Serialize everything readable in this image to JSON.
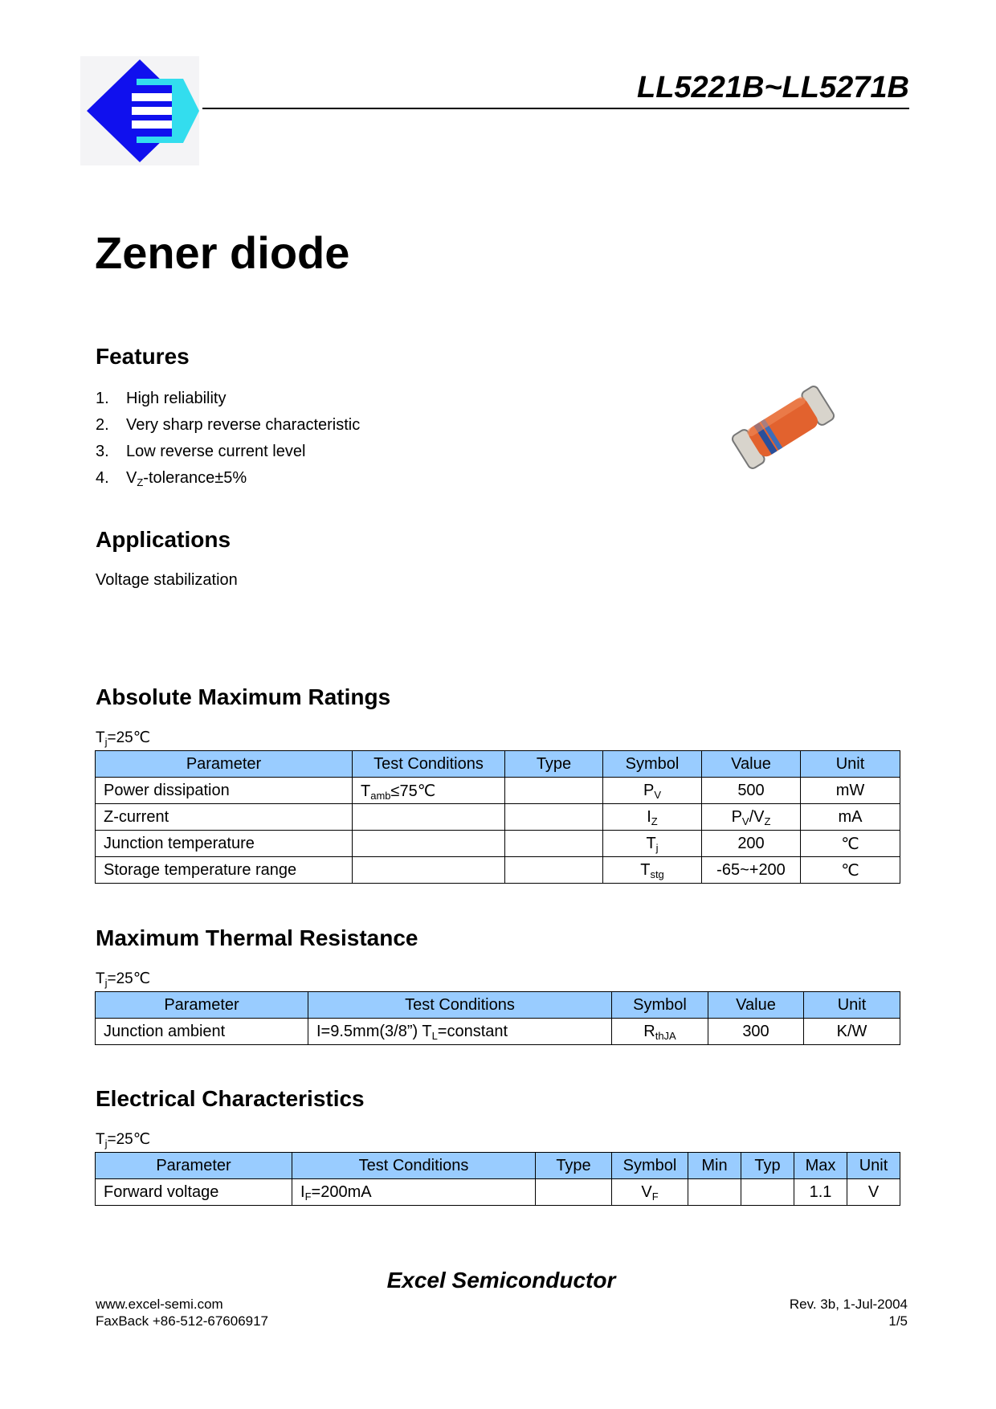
{
  "header": {
    "part_number": "LL5221B~LL5271B",
    "logo_colors": {
      "blue": "#1010ee",
      "cyan": "#33ddee"
    }
  },
  "document": {
    "title": "Zener diode"
  },
  "features": {
    "heading": "Features",
    "items": [
      {
        "num": "1.",
        "text": "High reliability"
      },
      {
        "num": "2.",
        "text": "Very sharp reverse characteristic"
      },
      {
        "num": "3.",
        "text": "Low reverse current level"
      },
      {
        "num": "4.",
        "text_main": "V",
        "text_sub": "Z",
        "text_rest": "-tolerance±5%"
      }
    ]
  },
  "applications": {
    "heading": "Applications",
    "text": "Voltage stabilization"
  },
  "absolute_max": {
    "heading": "Absolute Maximum Ratings",
    "condition_main": "T",
    "condition_sub": "j",
    "condition_rest": "=25℃",
    "headers": [
      "Parameter",
      "Test Conditions",
      "Type",
      "Symbol",
      "Value",
      "Unit"
    ],
    "rows": [
      {
        "parameter": "Power dissipation",
        "cond_main": "T",
        "cond_sub": "amb",
        "cond_rest": "≤75℃",
        "type": "",
        "sym_main": "P",
        "sym_sub": "V",
        "value_main": "500",
        "value_sub": "",
        "value_rest": "",
        "unit": "mW"
      },
      {
        "parameter": "Z-current",
        "cond_main": "",
        "cond_sub": "",
        "cond_rest": "",
        "type": "",
        "sym_main": "I",
        "sym_sub": "Z",
        "value_main": "P",
        "value_sub": "V",
        "value_rest": "/V",
        "value_sub2": "Z",
        "unit": "mA"
      },
      {
        "parameter": "Junction temperature",
        "cond_main": "",
        "cond_sub": "",
        "cond_rest": "",
        "type": "",
        "sym_main": "T",
        "sym_sub": "j",
        "value_main": "200",
        "value_sub": "",
        "value_rest": "",
        "unit": "℃"
      },
      {
        "parameter": "Storage temperature range",
        "cond_main": "",
        "cond_sub": "",
        "cond_rest": "",
        "type": "",
        "sym_main": "T",
        "sym_sub": "stg",
        "value_main": "-65~+200",
        "value_sub": "",
        "value_rest": "",
        "unit": "℃"
      }
    ]
  },
  "thermal": {
    "heading": "Maximum Thermal Resistance",
    "condition_main": "T",
    "condition_sub": "j",
    "condition_rest": "=25℃",
    "headers": [
      "Parameter",
      "Test Conditions",
      "Symbol",
      "Value",
      "Unit"
    ],
    "rows": [
      {
        "parameter": "Junction ambient",
        "cond_main": "I=9.5mm(3/8”) T",
        "cond_sub": "L",
        "cond_rest": "=constant",
        "sym_main": "R",
        "sym_sub": "thJA",
        "value": "300",
        "unit": "K/W"
      }
    ]
  },
  "electrical": {
    "heading": "Electrical Characteristics",
    "condition_main": "T",
    "condition_sub": "j",
    "condition_rest": "=25℃",
    "headers": [
      "Parameter",
      "Test Conditions",
      "Type",
      "Symbol",
      "Min",
      "Typ",
      "Max",
      "Unit"
    ],
    "rows": [
      {
        "parameter": "Forward voltage",
        "cond_main": "I",
        "cond_sub": "F",
        "cond_rest": "=200mA",
        "type": "",
        "sym_main": "V",
        "sym_sub": "F",
        "min": "",
        "typ": "",
        "max": "1.1",
        "unit": "V"
      }
    ]
  },
  "footer": {
    "company": "Excel Semiconductor",
    "website": "www.excel-semi.com",
    "faxback": "FaxBack +86-512-67606917",
    "revision": "Rev. 3b, 1-Jul-2004",
    "page": "1/5"
  }
}
